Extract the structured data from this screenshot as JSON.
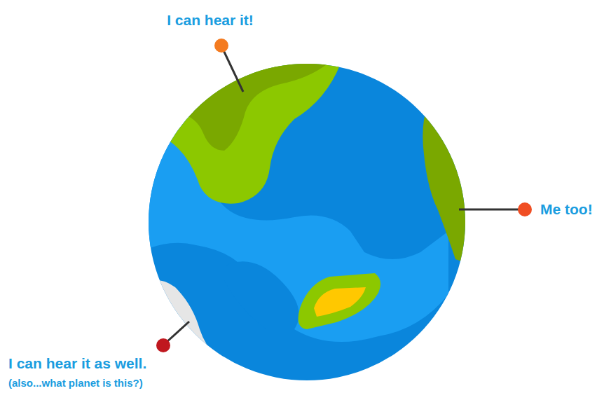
{
  "diagram": {
    "labels": [
      "I can hear it!",
      "Me too!",
      "I can hear it as well.",
      "(also...what planet is this?)"
    ]
  }
}
